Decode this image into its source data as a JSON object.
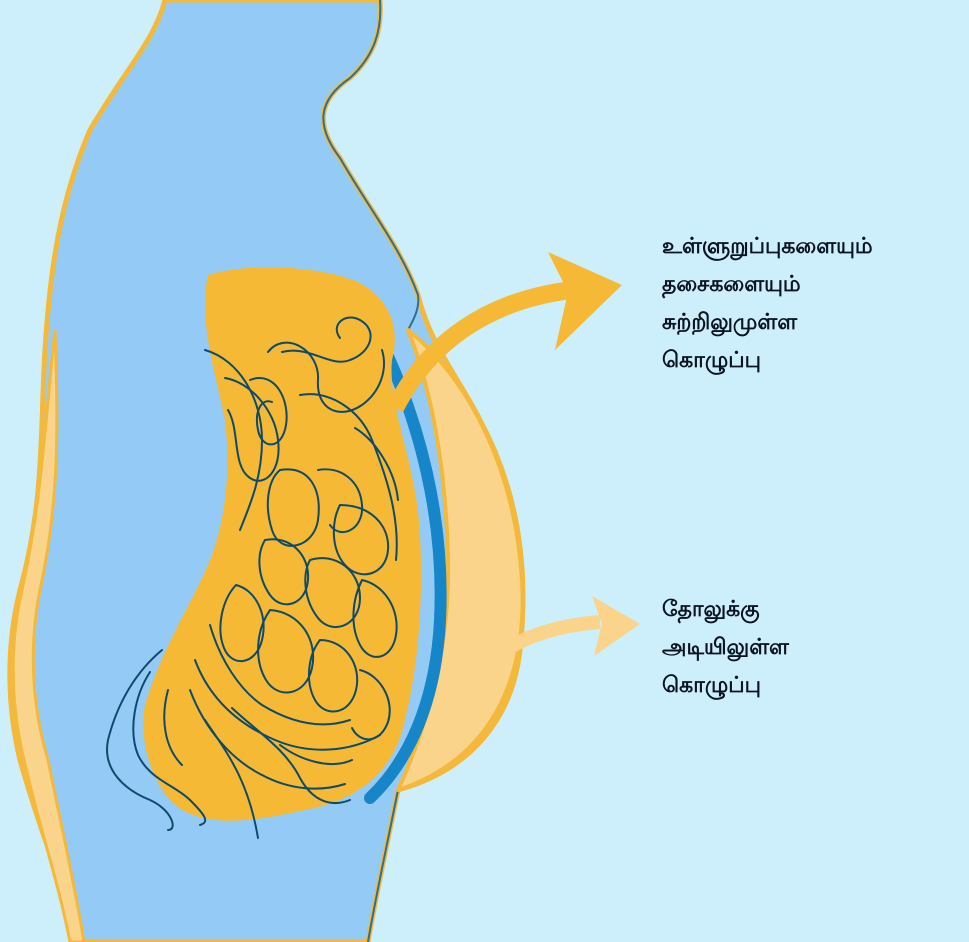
{
  "labels": {
    "visceral_fat": [
      "உள்ளுறுப்புகளையும்",
      "தசைகளையும்",
      "சுற்றிலுமுள்ள",
      "கொழுப்பு"
    ],
    "subcutaneous_fat": [
      "தோலுக்கு",
      "அடியிலுள்ள",
      "கொழுப்பு"
    ]
  },
  "colors": {
    "background": "#cdeffb",
    "body_fill": "#94cbf6",
    "skin_outline": "#f4b93a",
    "body_edge": "#2f6f8f",
    "visceral_fat": "#f5b935",
    "subcutaneous_fat": "#fad48a",
    "muscle_wall": "#1686c8",
    "intestine_lines": "#0d4a6c",
    "arrow_visceral": "#f5b935",
    "arrow_subcutaneous": "#fad48a",
    "text": "#0b1420"
  },
  "icons": {
    "arrow_visceral": "curved-arrow-icon",
    "arrow_subcutaneous": "curved-arrow-icon"
  }
}
